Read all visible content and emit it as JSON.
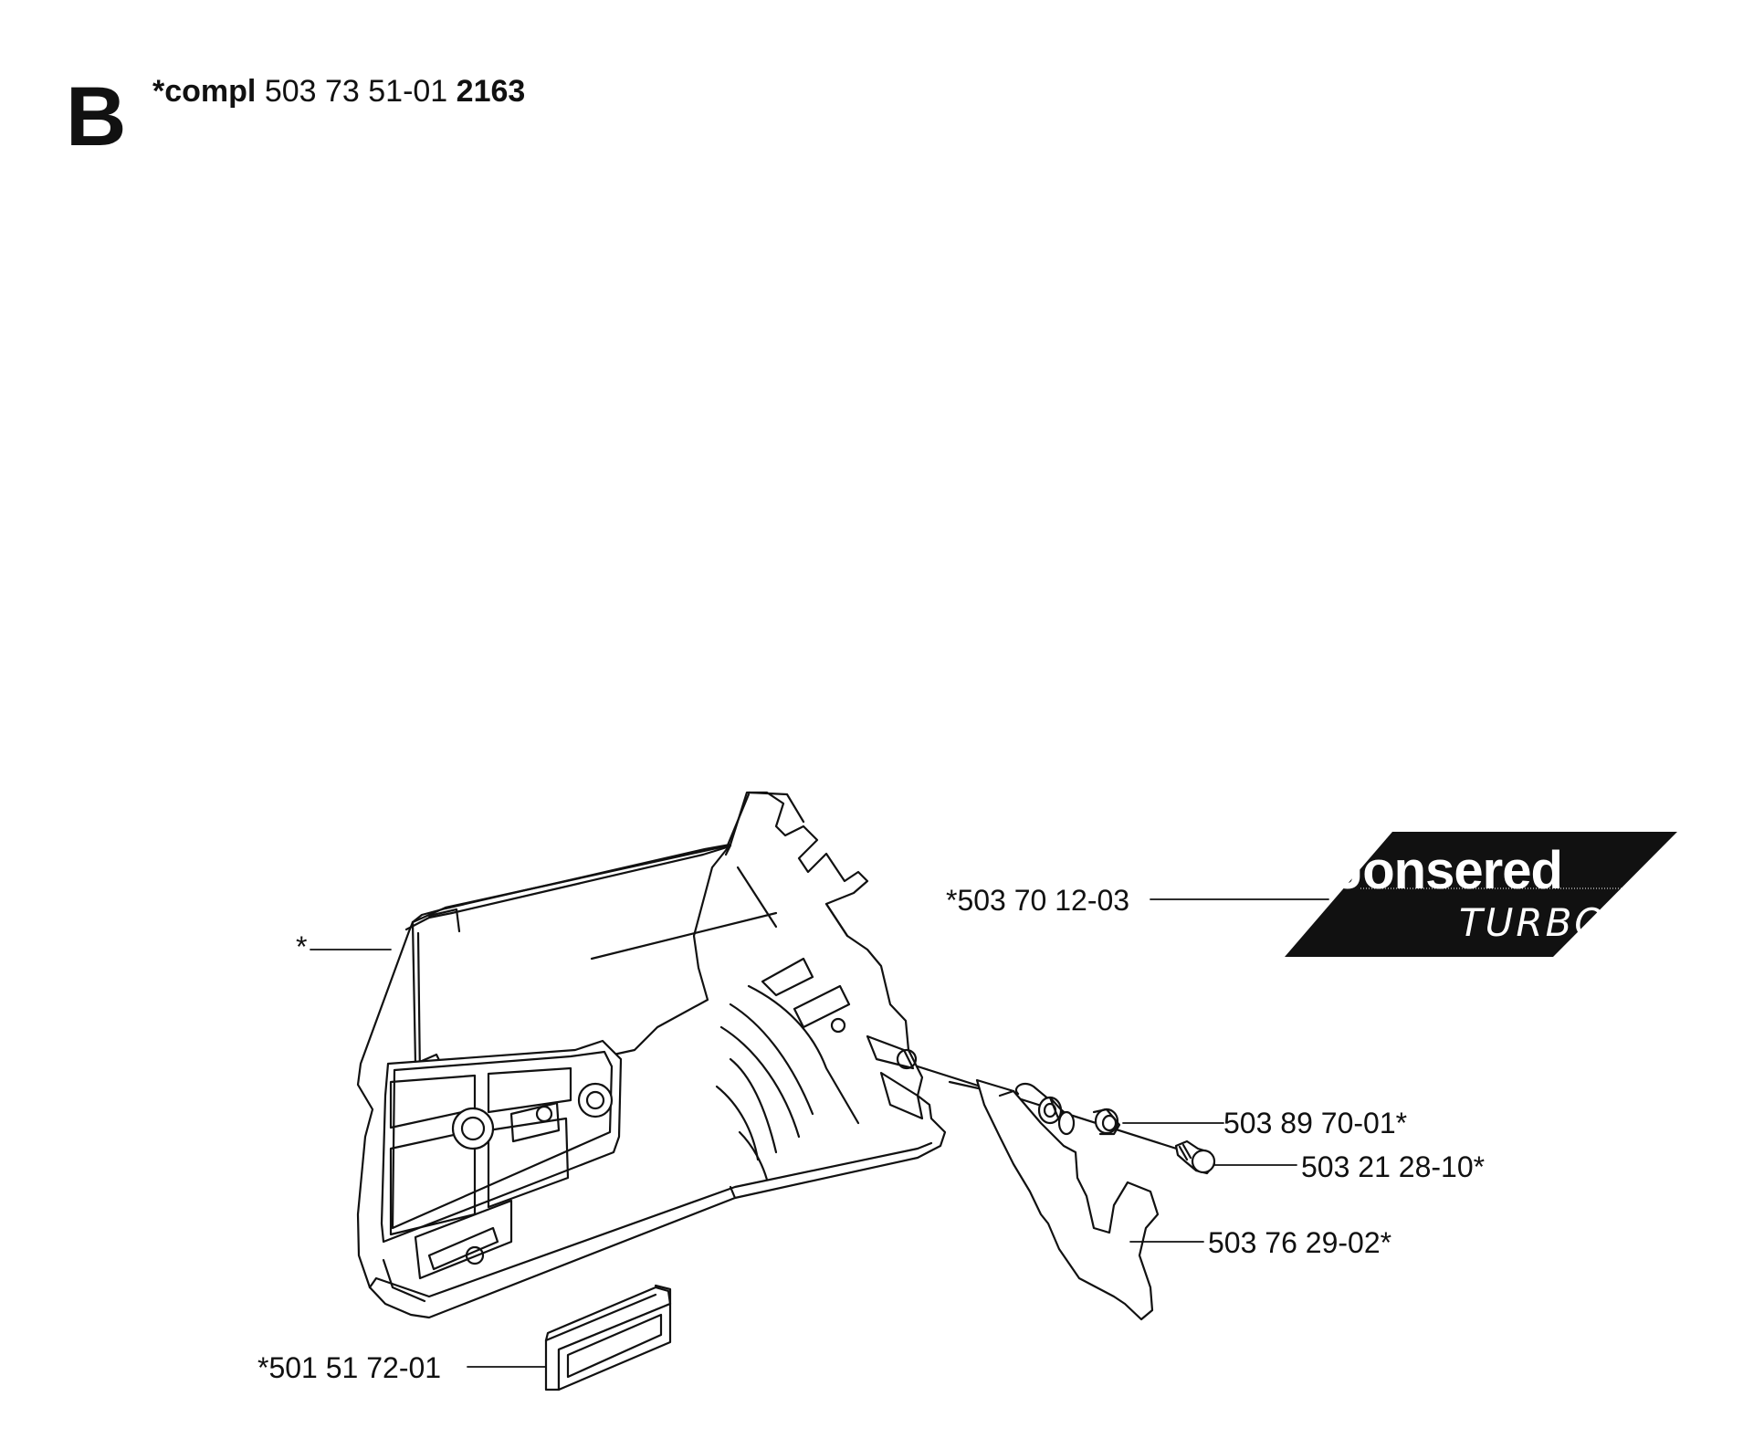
{
  "header": {
    "section_letter": "B",
    "assembly_prefix": "*compl",
    "assembly_number": "503 73 51-01",
    "model": "2163"
  },
  "parts": [
    {
      "id": "clutch-cover",
      "label": "*"
    },
    {
      "id": "decal",
      "label": "*503 70 12-03"
    },
    {
      "id": "washer",
      "label": "503 89 70-01*"
    },
    {
      "id": "screw",
      "label": "503 21 28-10*"
    },
    {
      "id": "chain-guard-plate",
      "label": "503 76 29-02*"
    },
    {
      "id": "chain-catcher",
      "label": "*501 51 72-01"
    }
  ],
  "decal": {
    "brand": "Jonsered",
    "subtext": "TURBO",
    "colors": {
      "background": "#111111",
      "text": "#ffffff"
    }
  }
}
